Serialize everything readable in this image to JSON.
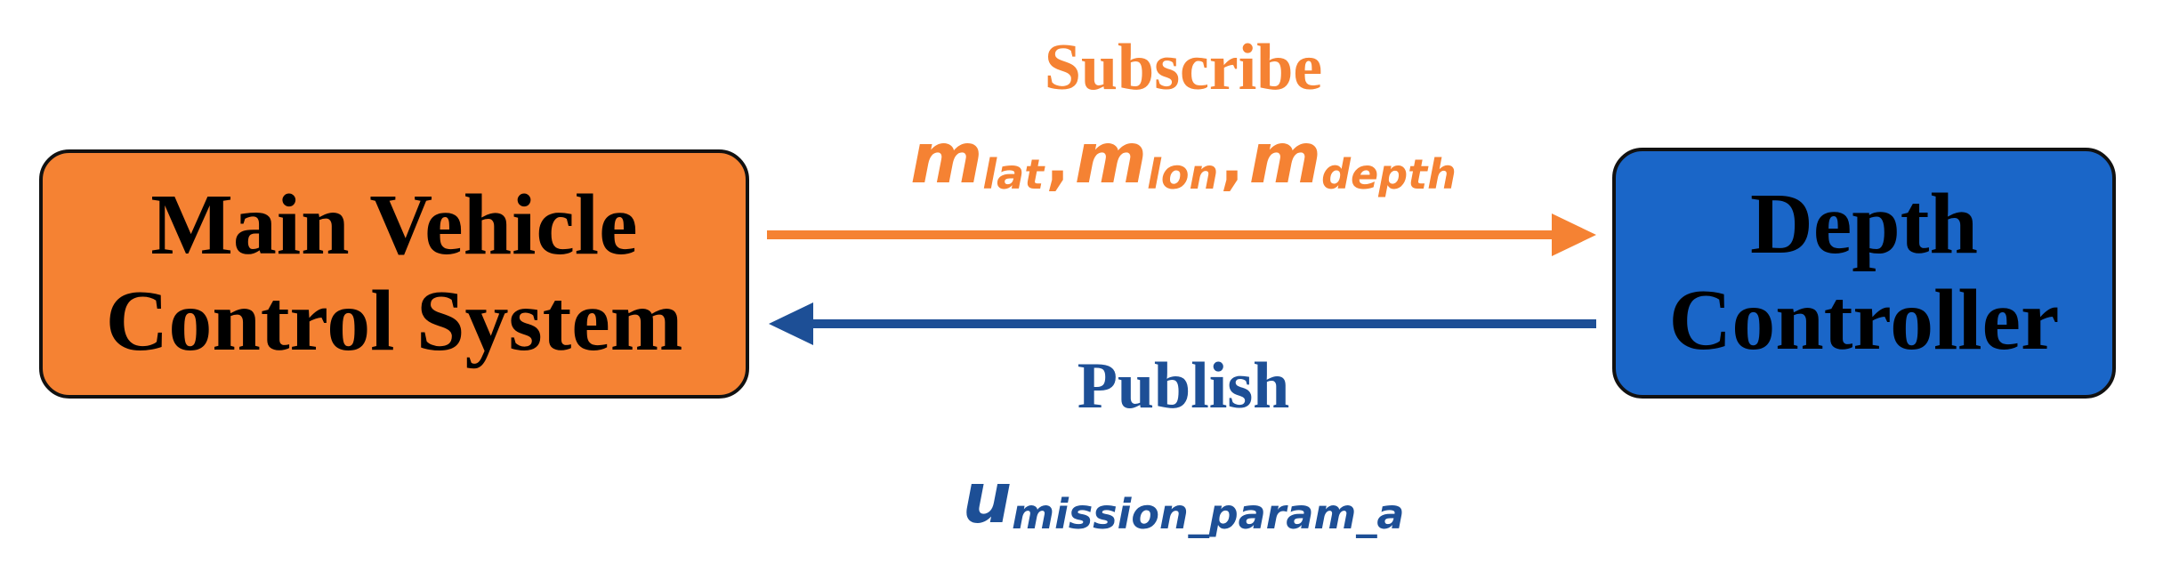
{
  "colors": {
    "orange": "#f58233",
    "blue": "#1a66c8",
    "subscribe_text": "#f58233",
    "publish_text": "#1d4f96",
    "outline": "#111111"
  },
  "left_box": {
    "line1": "Main Vehicle",
    "line2": "Control System"
  },
  "right_box": {
    "line1": "Depth",
    "line2": "Controller"
  },
  "subscribe": {
    "label": "Subscribe",
    "vars": [
      {
        "symbol": "m",
        "subscript": "lat"
      },
      {
        "symbol": "m",
        "subscript": "lon"
      },
      {
        "symbol": "m",
        "subscript": "depth"
      }
    ],
    "separator": ","
  },
  "publish": {
    "label": "Publish",
    "symbol": "u",
    "subscript": "mission_param_a"
  }
}
